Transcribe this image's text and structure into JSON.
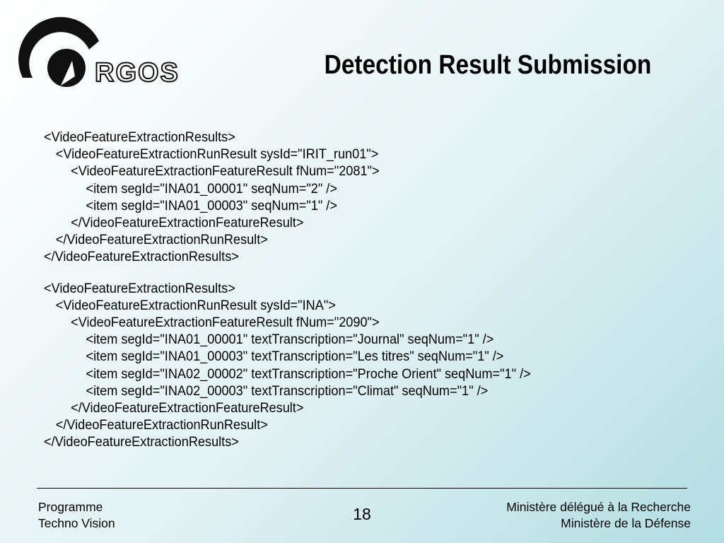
{
  "logo": {
    "text": "RGOS"
  },
  "title": "Detection Result Submission",
  "xml_blocks": [
    {
      "lines": [
        {
          "indent": 1,
          "text": "<VideoFeatureExtractionResults>"
        },
        {
          "indent": 2,
          "text": "<VideoFeatureExtractionRunResult sysId=\"IRIT_run01\">"
        },
        {
          "indent": 3,
          "text": "<VideoFeatureExtractionFeatureResult fNum=\"2081\">"
        },
        {
          "indent": 4,
          "text": "<item segId=\"INA01_00001\" seqNum=\"2\" />"
        },
        {
          "indent": 4,
          "text": "<item segId=\"INA01_00003\" seqNum=\"1\" />"
        },
        {
          "indent": 3,
          "text": "</VideoFeatureExtractionFeatureResult>"
        },
        {
          "indent": 2,
          "text": "</VideoFeatureExtractionRunResult>"
        },
        {
          "indent": 1,
          "text": "</VideoFeatureExtractionResults>"
        }
      ]
    },
    {
      "lines": [
        {
          "indent": 1,
          "text": "<VideoFeatureExtractionResults>"
        },
        {
          "indent": 2,
          "text": "<VideoFeatureExtractionRunResult sysId=\"INA\">"
        },
        {
          "indent": 3,
          "text": "<VideoFeatureExtractionFeatureResult fNum=\"2090\">"
        },
        {
          "indent": 4,
          "text": "<item segId=\"INA01_00001\" textTranscription=\"Journal\" seqNum=\"1\" />"
        },
        {
          "indent": 4,
          "text": "<item segId=\"INA01_00003\" textTranscription=\"Les titres\" seqNum=\"1\" />"
        },
        {
          "indent": 4,
          "text": "<item segId=\"INA02_00002\" textTranscription=\"Proche Orient\" seqNum=\"1\" />"
        },
        {
          "indent": 4,
          "text": "<item segId=\"INA02_00003\" textTranscription=\"Climat\" seqNum=\"1\" />"
        },
        {
          "indent": 3,
          "text": "</VideoFeatureExtractionFeatureResult>"
        },
        {
          "indent": 2,
          "text": "</VideoFeatureExtractionRunResult>"
        },
        {
          "indent": 1,
          "text": "</VideoFeatureExtractionResults>"
        }
      ]
    }
  ],
  "footer": {
    "left_line1": "Programme",
    "left_line2": "Techno Vision",
    "page_number": "18",
    "right_line1": "Ministère délégué à la Recherche",
    "right_line2": "Ministère de la Défense"
  },
  "colors": {
    "background_start": "#ffffff",
    "background_end": "#b3dde2",
    "text": "#000000"
  }
}
